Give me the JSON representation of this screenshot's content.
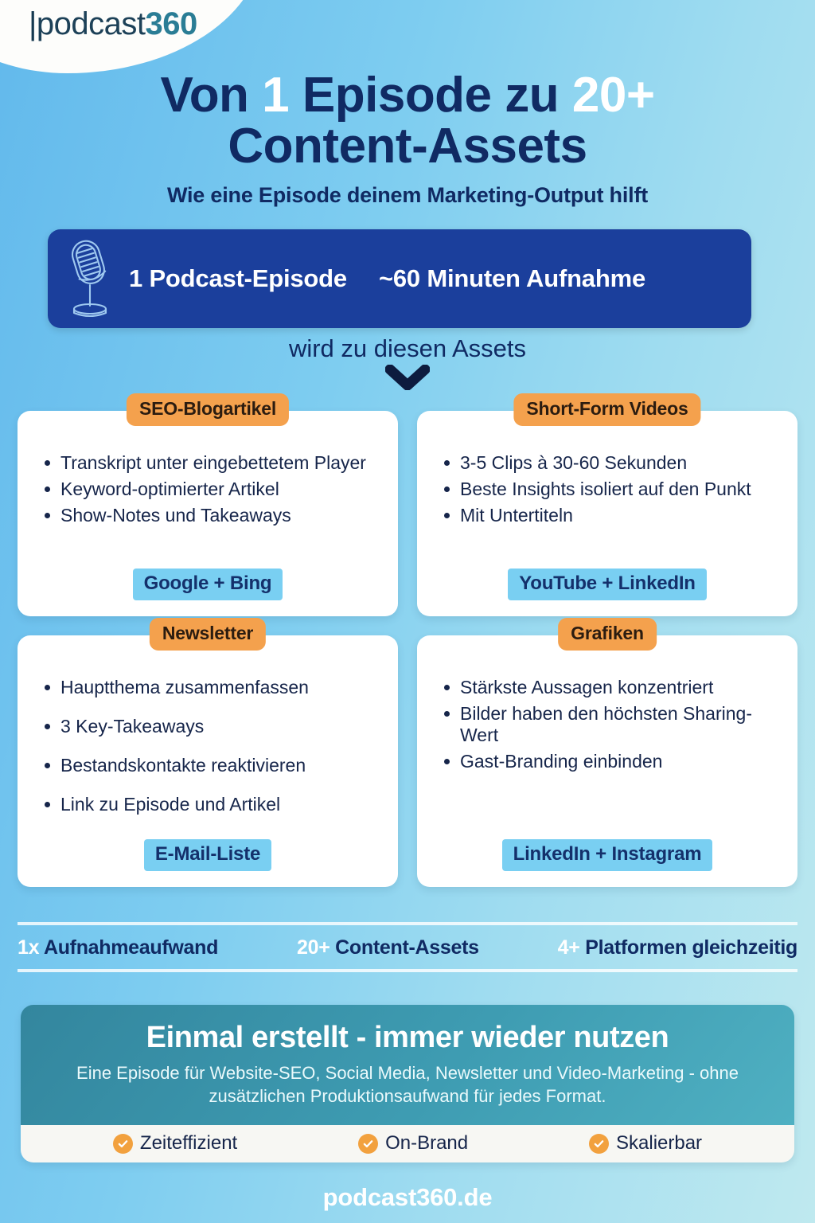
{
  "brand": {
    "logo_bar": "|",
    "logo_word": "podcast",
    "logo_number": "360",
    "footer_url": "podcast360.de"
  },
  "header": {
    "title_part1": "Von ",
    "title_highlight1": "1",
    "title_part2": " Episode zu ",
    "title_highlight2": "20+",
    "title_line2": "Content-Assets",
    "subtitle": "Wie eine Episode deinem Marketing-Output hilft"
  },
  "hero": {
    "icon": "microphone-icon",
    "label_left": "1 Podcast-Episode",
    "label_right": "~60 Minuten Aufnahme"
  },
  "transition": {
    "text": "wird zu diesen Assets",
    "icon": "chevron-down-icon"
  },
  "cards": [
    {
      "badge": "SEO-Blogartikel",
      "bullets": [
        "Transkript unter eingebettetem Player",
        "Keyword-optimierter Artikel",
        "Show-Notes und Takeaways"
      ],
      "platform": "Google + Bing"
    },
    {
      "badge": "Short-Form Videos",
      "bullets": [
        "3-5 Clips à 30-60 Sekunden",
        "Beste Insights isoliert auf den Punkt",
        "Mit Untertiteln"
      ],
      "platform": "YouTube + LinkedIn"
    },
    {
      "badge": "Newsletter",
      "bullets": [
        "Hauptthema zusammenfassen",
        "3 Key-Takeaways",
        "Bestandskontakte reaktivieren",
        "Link zu Episode und Artikel"
      ],
      "platform": "E-Mail-Liste"
    },
    {
      "badge": "Grafiken",
      "bullets": [
        "Stärkste Aussagen konzentriert",
        "Bilder haben den höchsten Sharing-Wert",
        "Gast-Branding einbinden"
      ],
      "platform": "LinkedIn + Instagram"
    }
  ],
  "stats": [
    {
      "number": "1x",
      "label": "Aufnahmeaufwand"
    },
    {
      "number": "20+",
      "label": "Content-Assets"
    },
    {
      "number": "4+",
      "label": "Platformen gleichzeitig"
    }
  ],
  "cta": {
    "headline": "Einmal erstellt - immer wieder nutzen",
    "body": "Eine Episode für Website-SEO, Social Media, Newsletter und Video-Marketing - ohne zusätzlichen Produktionsaufwand für jedes Format.",
    "chips": [
      {
        "icon": "check-circle-icon",
        "label": "Zeiteffizient"
      },
      {
        "icon": "check-circle-icon",
        "label": "On-Brand"
      },
      {
        "icon": "check-circle-icon",
        "label": "Skalierbar"
      }
    ]
  },
  "colors": {
    "background_start": "#62b9ec",
    "background_end": "#bfe9ef",
    "navy": "#102a63",
    "hero_blue": "#1b3f9c",
    "badge_orange": "#f4a14d",
    "platform_blue": "#79cff2",
    "cta_teal": "#3e9cb2",
    "white": "#ffffff"
  }
}
